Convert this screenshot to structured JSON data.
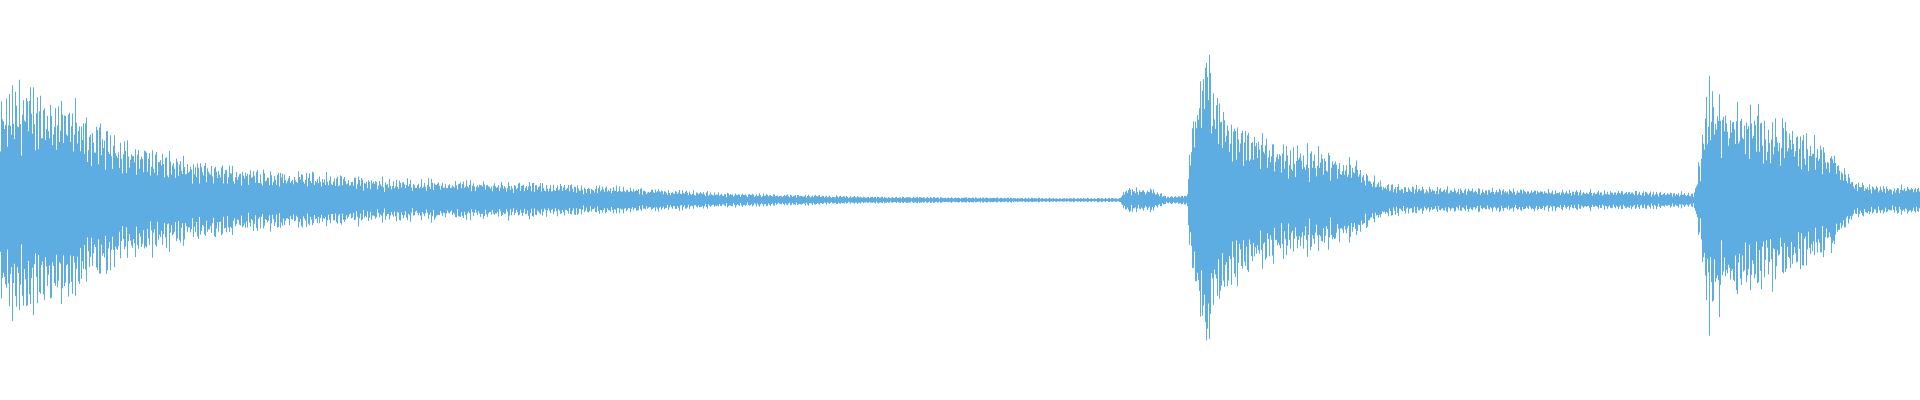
{
  "waveform": {
    "color": "#5dade2",
    "background": "#ffffff",
    "envelope": [
      [
        0.0,
        0.55
      ],
      [
        0.01,
        0.66
      ],
      [
        0.02,
        0.6
      ],
      [
        0.03,
        0.6
      ],
      [
        0.045,
        0.45
      ],
      [
        0.07,
        0.32
      ],
      [
        0.1,
        0.22
      ],
      [
        0.13,
        0.18
      ],
      [
        0.2,
        0.12
      ],
      [
        0.27,
        0.1
      ],
      [
        0.33,
        0.07
      ],
      [
        0.38,
        0.04
      ],
      [
        0.45,
        0.02
      ],
      [
        0.55,
        0.012
      ],
      [
        0.583,
        0.012
      ],
      [
        0.586,
        0.07
      ],
      [
        0.6,
        0.06
      ],
      [
        0.608,
        0.02
      ],
      [
        0.618,
        0.03
      ],
      [
        0.62,
        0.35
      ],
      [
        0.624,
        0.7
      ],
      [
        0.629,
        0.92
      ],
      [
        0.633,
        0.6
      ],
      [
        0.645,
        0.45
      ],
      [
        0.66,
        0.36
      ],
      [
        0.675,
        0.3
      ],
      [
        0.69,
        0.27
      ],
      [
        0.705,
        0.22
      ],
      [
        0.72,
        0.1
      ],
      [
        0.73,
        0.08
      ],
      [
        0.76,
        0.07
      ],
      [
        0.8,
        0.06
      ],
      [
        0.86,
        0.05
      ],
      [
        0.882,
        0.04
      ],
      [
        0.886,
        0.3
      ],
      [
        0.889,
        0.7
      ],
      [
        0.893,
        0.6
      ],
      [
        0.9,
        0.56
      ],
      [
        0.92,
        0.48
      ],
      [
        0.94,
        0.38
      ],
      [
        0.955,
        0.3
      ],
      [
        0.965,
        0.12
      ],
      [
        0.975,
        0.08
      ],
      [
        1.0,
        0.08
      ]
    ]
  }
}
